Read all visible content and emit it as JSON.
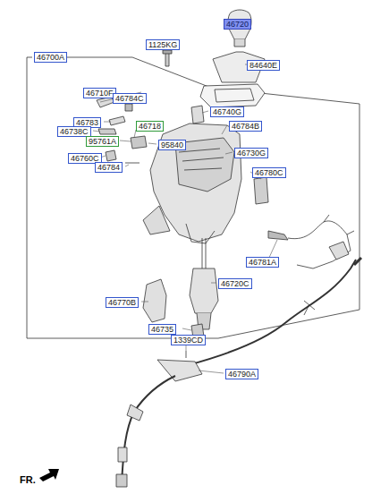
{
  "diagram": {
    "labels": [
      "46720",
      "1125KG",
      "84640E",
      "46700A",
      "46710F",
      "46784C",
      "46740G",
      "46783",
      "46738C",
      "46718",
      "46784B",
      "95761A",
      "95840",
      "46730G",
      "46760C",
      "46784",
      "46780C",
      "46781A",
      "46720C",
      "46770B",
      "46735",
      "1339CD",
      "46790A",
      "FR."
    ]
  }
}
